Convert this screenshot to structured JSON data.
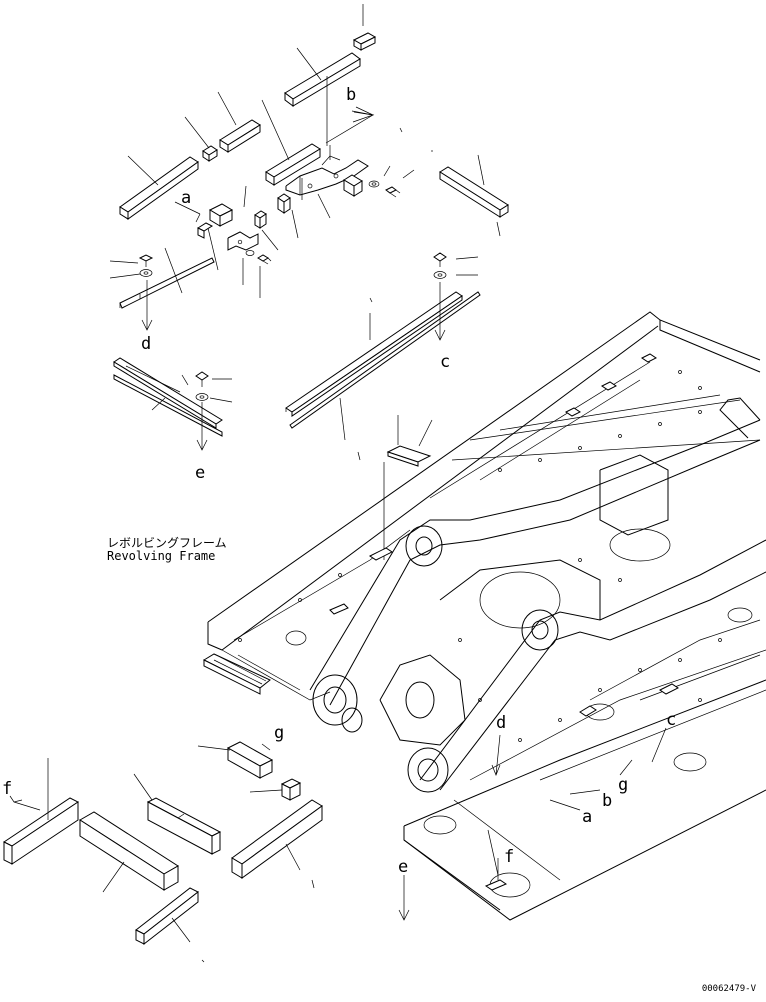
{
  "callouts": {
    "a_upper": "a",
    "b_upper": "b",
    "c_upper": "c",
    "d_upper": "d",
    "e_upper": "e",
    "f_left": "f",
    "g_mid": "g",
    "a_frame": "a",
    "b_frame": "b",
    "c_frame": "c",
    "d_frame": "d",
    "e_frame": "e",
    "f_frame": "f",
    "g_frame": "g"
  },
  "caption": {
    "japanese": "レボルビングフレーム",
    "english": "Revolving Frame"
  },
  "document_id": "00062479-V",
  "colors": {
    "line": "#000000",
    "background": "#ffffff"
  }
}
